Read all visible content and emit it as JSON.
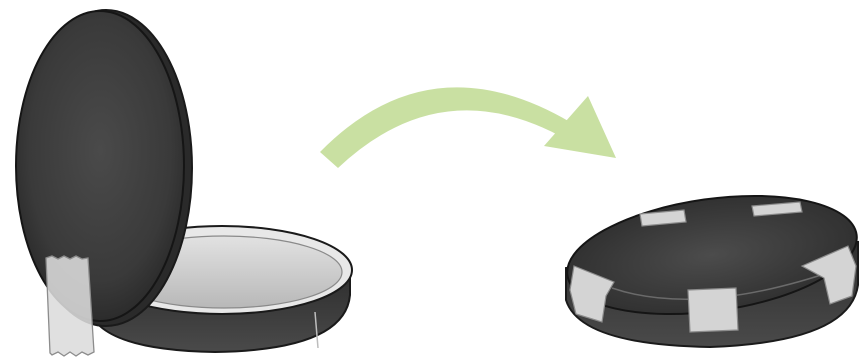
{
  "diagram": {
    "steps": [
      {
        "id": "open-case",
        "state": "open",
        "tape_pieces": 1
      },
      {
        "id": "closed-case",
        "state": "closed",
        "tape_pieces": 5
      }
    ],
    "arrow": {
      "direction": "left-to-right",
      "color": "#c9e0a2"
    },
    "colors": {
      "case_dark": "#3c3c3c",
      "case_outline": "#1a1a1a",
      "case_interior": "#c4c4c4",
      "case_rim_light": "#e6e6e6",
      "tape": "#d6d6d6",
      "tape_edge": "#9a9a9a"
    }
  }
}
